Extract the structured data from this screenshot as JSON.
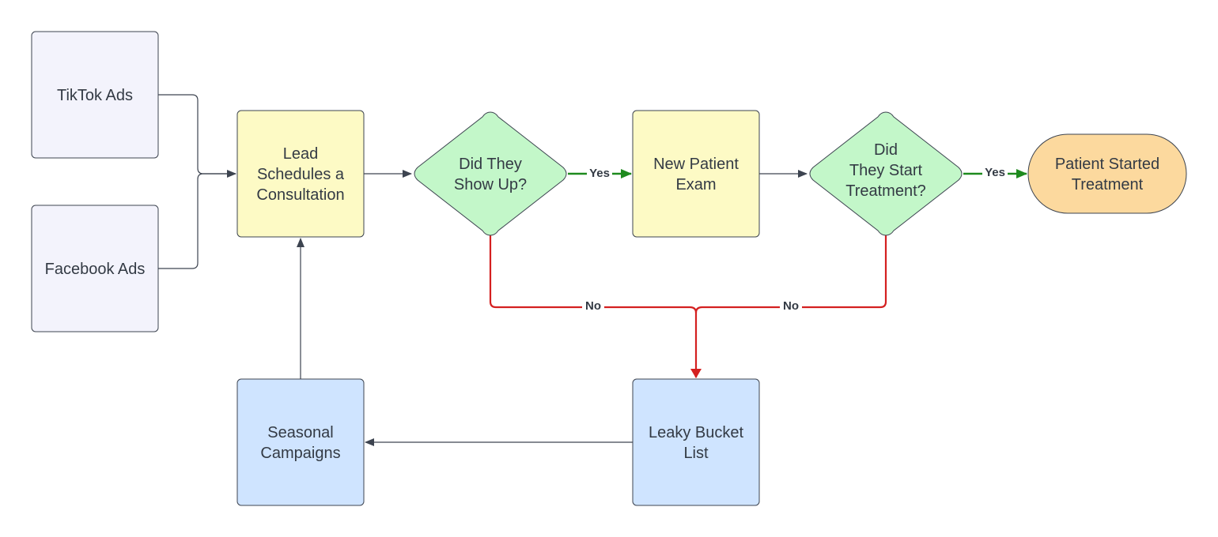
{
  "nodes": {
    "tiktok_ads": {
      "lines": [
        "TikTok Ads"
      ],
      "fill": "#f3f3fc"
    },
    "facebook_ads": {
      "lines": [
        "Facebook Ads"
      ],
      "fill": "#f3f3fc"
    },
    "lead_schedules": {
      "lines": [
        "Lead",
        "Schedules a",
        "Consultation"
      ],
      "fill": "#fdfac5"
    },
    "did_they_show_up": {
      "lines": [
        "Did They",
        "Show Up?"
      ],
      "fill": "#c3f7c9"
    },
    "new_patient_exam": {
      "lines": [
        "New Patient",
        "Exam"
      ],
      "fill": "#fdfac5"
    },
    "did_they_start": {
      "lines": [
        "Did",
        "They Start",
        "Treatment?"
      ],
      "fill": "#c3f7c9"
    },
    "patient_started": {
      "lines": [
        "Patient Started",
        "Treatment"
      ],
      "fill": "#fcd99e"
    },
    "leaky_bucket": {
      "lines": [
        "Leaky Bucket",
        "List"
      ],
      "fill": "#cfe4ff"
    },
    "seasonal_campaigns": {
      "lines": [
        "Seasonal",
        "Campaigns"
      ],
      "fill": "#cfe4ff"
    }
  },
  "edge_labels": {
    "yes_show_up": "Yes",
    "yes_start": "Yes",
    "no_show_up": "No",
    "no_start": "No"
  },
  "colors": {
    "stroke": "#3d4450",
    "no_path": "#d42020",
    "yes_path": "#1e8a1e"
  }
}
